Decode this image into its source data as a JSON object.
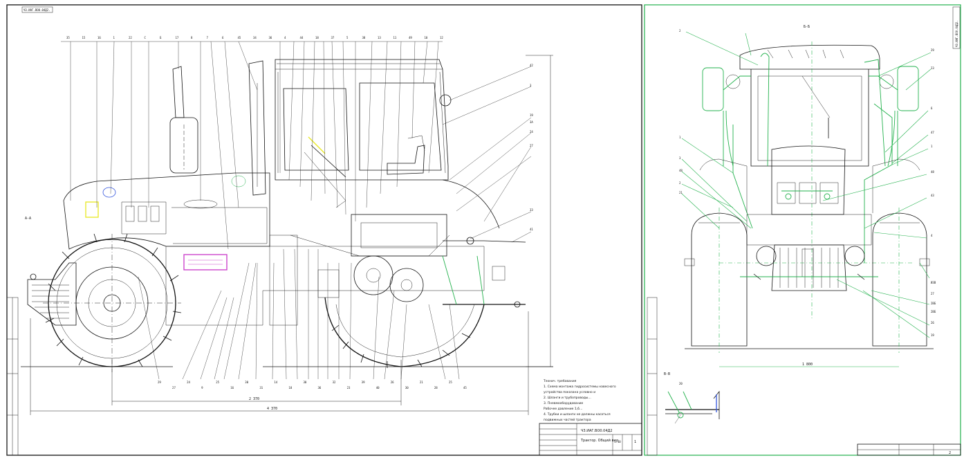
{
  "sheets": {
    "left": {
      "stamp_top": "ЧЗ.ИАГ.ВО0.04Д2.",
      "view_label": "А-А",
      "callouts_top": [
        "35",
        "15",
        "16",
        "1",
        "22",
        "С",
        "Б",
        "17",
        "8",
        "7",
        "6",
        "45",
        "34",
        "36",
        "4",
        "44",
        "18",
        "37",
        "5",
        "38",
        "13",
        "11",
        "49",
        "10",
        "12"
      ],
      "callouts_right": [
        "42",
        "3",
        "19",
        "ЗА",
        "24",
        "27",
        "33",
        "41"
      ],
      "callouts_bottom": [
        "29",
        "27",
        "24",
        "9",
        "25",
        "16",
        "30",
        "31",
        "14",
        "18",
        "30",
        "36",
        "32",
        "23",
        "39",
        "40",
        "26",
        "30",
        "21",
        "28",
        "25",
        "45"
      ],
      "dim_overall": "4 370",
      "dim_wheelbase": "2 370",
      "tech_notes": [
        "Технич. требования",
        "1. Схема монтажа гидросистемы навесного",
        "устройства показана условно и",
        "2. Шланги и трубопроводы...",
        "3. Пневмооборудование",
        "Рабочее давление 1,6...",
        "4. Трубки и шланги не должны касаться",
        "подвижных частей трактора"
      ],
      "title_block": {
        "designation": "ЧЗ.ИАГ.ВО0.04Д2",
        "name": "Трактор. Общий вид",
        "sheet": "1",
        "scale": "1:10"
      }
    },
    "right": {
      "stamp_top": "ЧЗ.ИАГ.ВО0.04Д2.",
      "view_label": "Б-Б",
      "detail_label": "В-В",
      "callouts_left": [
        "2",
        "1",
        "3",
        "48",
        "2",
        "21",
        "20"
      ],
      "callouts_right": [
        "29",
        "23",
        "6",
        "47",
        "1",
        "48",
        "43",
        "4",
        "ИЗВ",
        "27",
        "2ВБ",
        "2ВБ",
        "26",
        "19"
      ],
      "dim_track": "1 800",
      "title_block": {
        "designation": "",
        "sheet": "2"
      }
    }
  },
  "colors": {
    "ink": "#111111",
    "accent_green": "#22b14c",
    "highlight_magenta": "#cc44cc",
    "highlight_yellow": "#e8e820",
    "highlight_blue": "#3355dd",
    "paper": "#ffffff"
  }
}
